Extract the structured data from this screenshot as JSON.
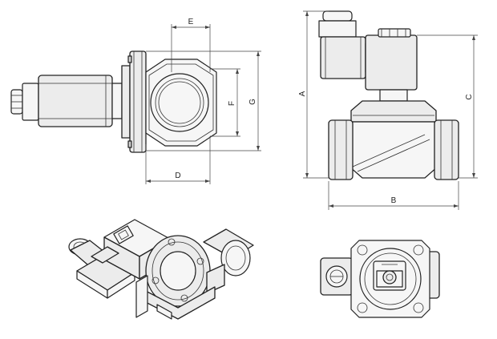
{
  "dimensions": {
    "E": "E",
    "F": "F",
    "G": "G",
    "D": "D",
    "A": "A",
    "B": "B",
    "C": "C"
  },
  "colors": {
    "line": "#222222",
    "fill": "#ececec",
    "background": "#ffffff"
  }
}
